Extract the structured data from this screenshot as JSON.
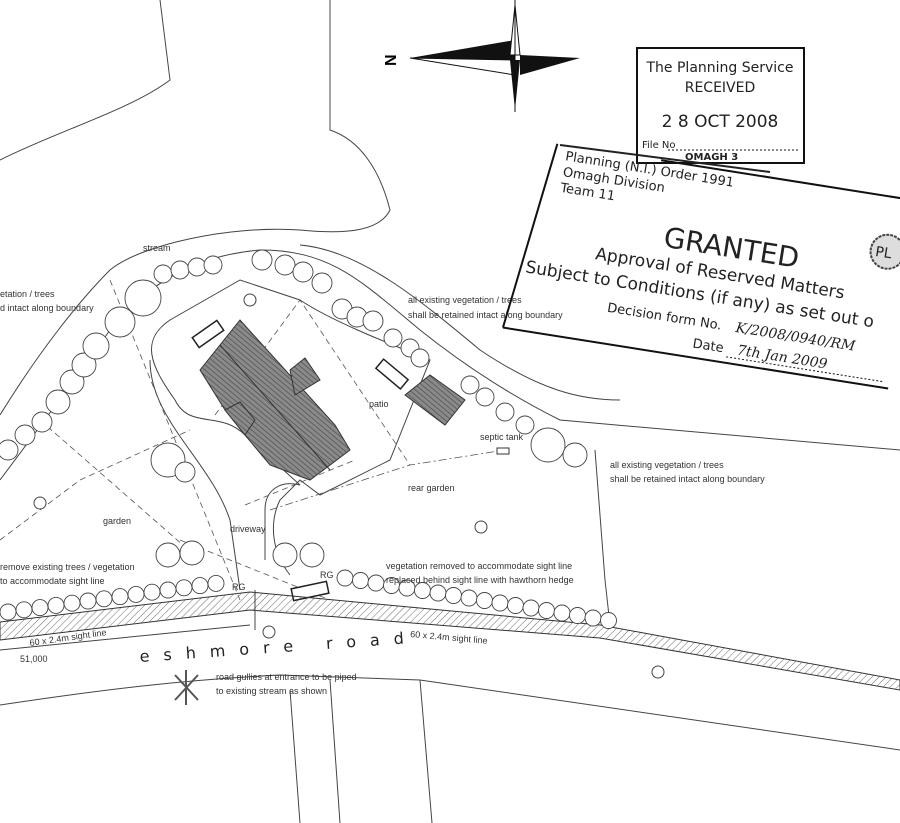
{
  "plan": {
    "labels": {
      "stream": "stream",
      "veg_left_1": "etation / trees",
      "veg_left_2": "d intact along boundary",
      "veg_top_1": "all existing vegetation / trees",
      "veg_top_2": "shall be retained intact along boundary",
      "veg_right_1": "all existing vegetation / trees",
      "veg_right_2": "shall be retained intact along boundary",
      "patio": "patio",
      "septic_tank": "septic tank",
      "rear_garden": "rear garden",
      "garden": "garden",
      "driveway": "driveway",
      "remove_1": "remove existing trees / vegetation",
      "remove_2": "to accommodate sight line",
      "removed_1": "vegetation removed to accommodate sight line",
      "removed_2": "replaced behind sight line with hawthorn hedge",
      "rg_left": "RG",
      "rg_right": "RG",
      "sight_left": "60 x 2.4m sight line",
      "sight_right": "60 x 2.4m sight line",
      "level": "51,000",
      "road_name": "eshmore road",
      "gullies_1": "road gullies at entrance to be piped",
      "gullies_2": "to existing stream as shown"
    },
    "north_arrow": "N"
  },
  "received_stamp": {
    "line1": "The Planning Service",
    "line2": "RECEIVED",
    "date": "2 8 OCT 2008",
    "file_label": "File No",
    "file_value": "OMAGH 3"
  },
  "granted_stamp": {
    "order": "Planning (N.I.) Order 1991",
    "division": "Omagh Division",
    "team": "Team 11",
    "status": "GRANTED",
    "approval": "Approval of Reserved Matters",
    "conditions": "Subject to Conditions (if any) as set out o",
    "decision_label": "Decision form No.",
    "decision_value": "K/2008/0940/RM",
    "date_label": "Date",
    "date_value": "7th Jan 2009",
    "seal": "PL"
  }
}
